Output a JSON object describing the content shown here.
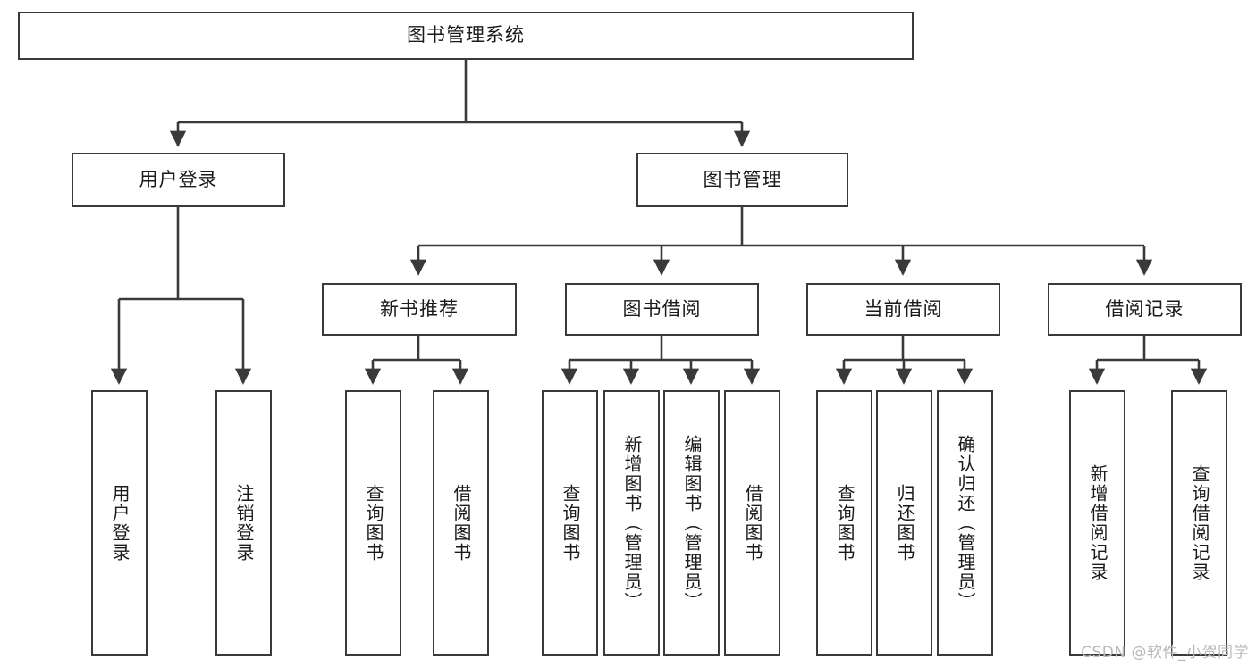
{
  "diagram": {
    "title": "图书管理系统",
    "type": "tree-hierarchy-flowchart",
    "colors": {
      "box_border": "#3a3a3a",
      "box_fill": "#ffffff",
      "connector": "#3a3a3a",
      "text": "#1a1a1a",
      "watermark": "#b9b9b9",
      "background": "#ffffff"
    },
    "levels": {
      "root": {
        "label": "图书管理系统"
      },
      "level1": [
        {
          "id": "user-login",
          "label": "用户登录"
        },
        {
          "id": "book-manage",
          "label": "图书管理"
        }
      ],
      "level2": [
        {
          "id": "new-book-recommend",
          "label": "新书推荐",
          "parent": "book-manage"
        },
        {
          "id": "book-borrow",
          "label": "图书借阅",
          "parent": "book-manage"
        },
        {
          "id": "current-borrow",
          "label": "当前借阅",
          "parent": "book-manage"
        },
        {
          "id": "borrow-record",
          "label": "借阅记录",
          "parent": "book-manage"
        }
      ],
      "leaves": [
        {
          "id": "leaf-user-login",
          "label": "用户登录",
          "parent": "user-login"
        },
        {
          "id": "leaf-user-logout",
          "label": "注销登录",
          "parent": "user-login"
        },
        {
          "id": "leaf-query-book-1",
          "label": "查询图书",
          "parent": "new-book-recommend"
        },
        {
          "id": "leaf-borrow-book-1",
          "label": "借阅图书",
          "parent": "new-book-recommend"
        },
        {
          "id": "leaf-query-book-2",
          "label": "查询图书",
          "parent": "book-borrow"
        },
        {
          "id": "leaf-add-book",
          "label": "新增图书（管理员）",
          "parent": "book-borrow"
        },
        {
          "id": "leaf-edit-book",
          "label": "编辑图书（管理员）",
          "parent": "book-borrow"
        },
        {
          "id": "leaf-borrow-book-2",
          "label": "借阅图书",
          "parent": "book-borrow"
        },
        {
          "id": "leaf-query-book-3",
          "label": "查询图书",
          "parent": "current-borrow"
        },
        {
          "id": "leaf-return-book",
          "label": "归还图书",
          "parent": "current-borrow"
        },
        {
          "id": "leaf-confirm-return",
          "label": "确认归还（管理员）",
          "parent": "current-borrow"
        },
        {
          "id": "leaf-add-record",
          "label": "新增借阅记录",
          "parent": "borrow-record"
        },
        {
          "id": "leaf-query-record",
          "label": "查询借阅记录",
          "parent": "borrow-record"
        }
      ]
    },
    "watermark": "CSDN @软件_小贺同学"
  }
}
